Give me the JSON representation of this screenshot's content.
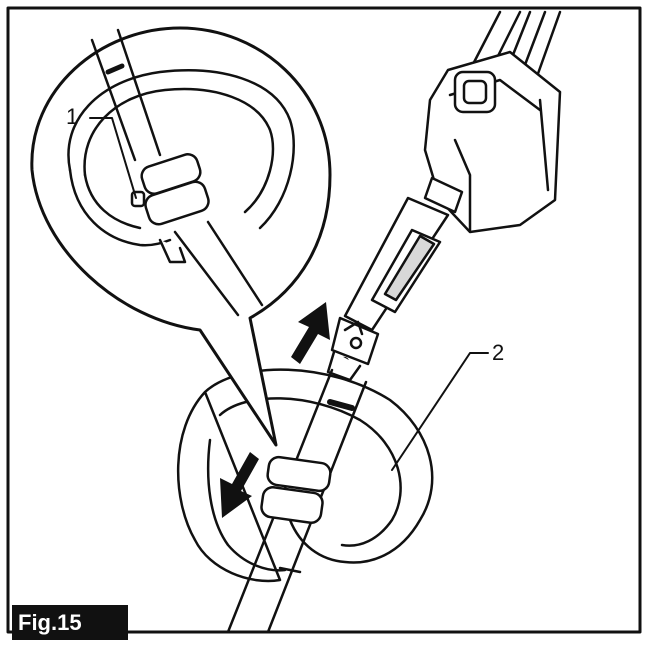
{
  "figure": {
    "label": "Fig.15",
    "callouts": {
      "one": "1",
      "two": "2"
    }
  },
  "colors": {
    "ink": "#111111",
    "paper": "#ffffff",
    "shade": "#d8d8d8"
  }
}
